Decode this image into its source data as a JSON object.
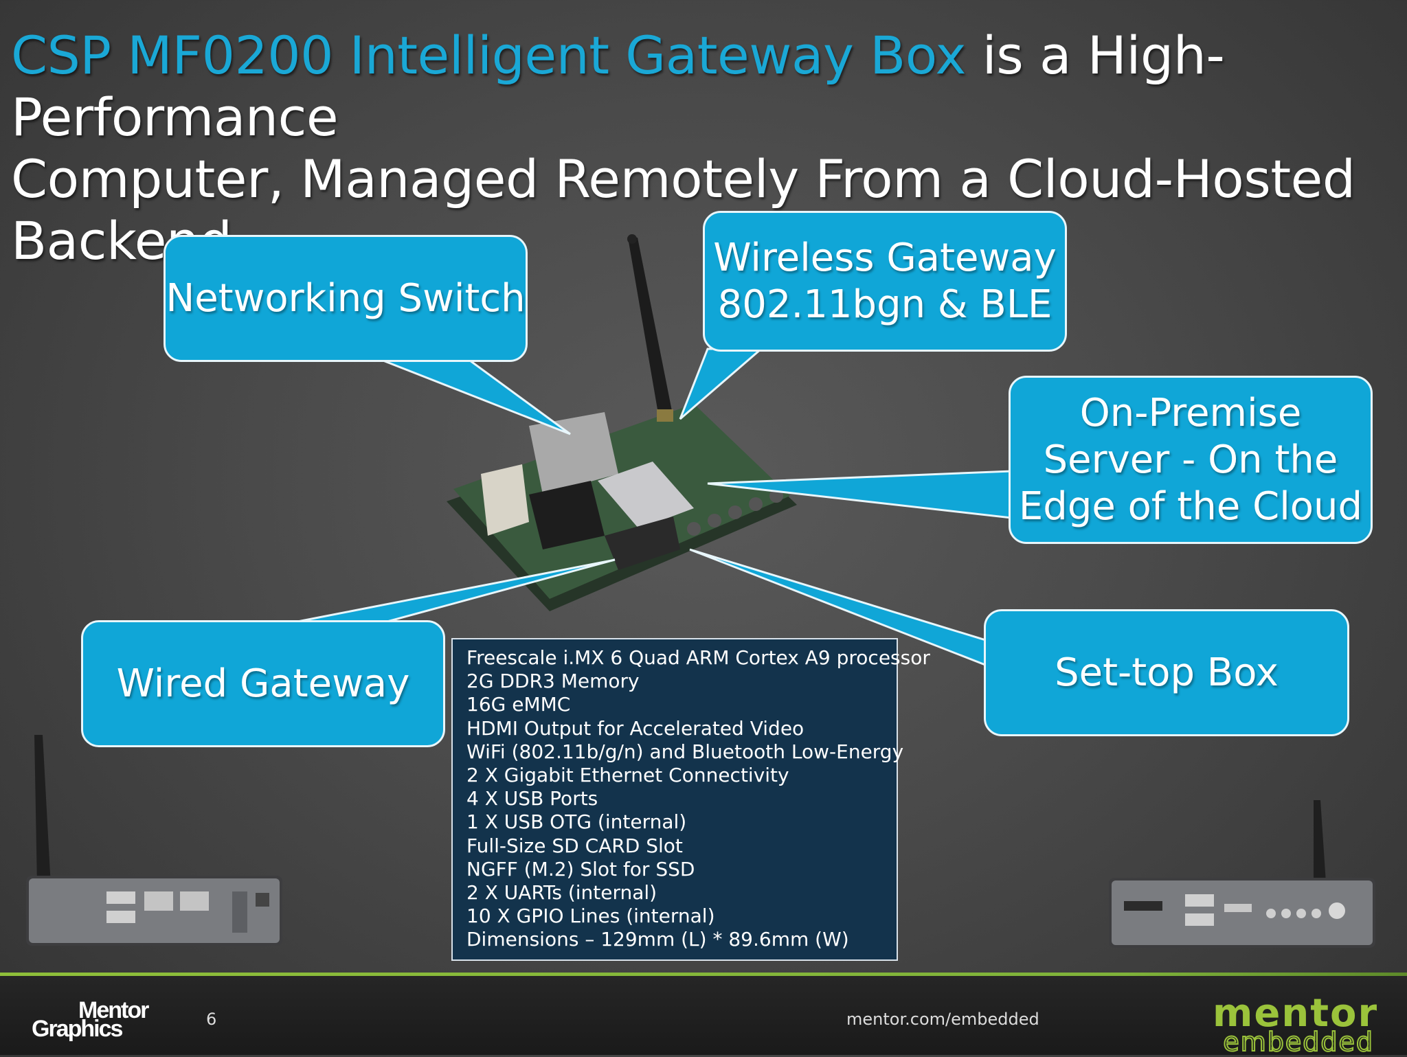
{
  "title": {
    "highlight": "CSP MF0200 Intelligent Gateway Box",
    "line1_rest": " is a High-Performance",
    "line2": "Computer, Managed Remotely From a Cloud-Hosted Backend"
  },
  "callouts": {
    "networking_switch": "Networking Switch",
    "wireless_gateway_line1": "Wireless Gateway",
    "wireless_gateway_line2": "802.11bgn & BLE",
    "on_premise_line1": "On-Premise",
    "on_premise_line2": "Server - On the",
    "on_premise_line3": "Edge of the Cloud",
    "wired_gateway": "Wired Gateway",
    "set_top_box": "Set-top Box"
  },
  "specs": [
    "Freescale i.MX 6 Quad ARM Cortex A9 processor",
    "2G DDR3 Memory",
    "16G eMMC",
    "HDMI Output for Accelerated Video",
    "WiFi (802.11b/g/n) and Bluetooth Low-Energy",
    "2 X Gigabit Ethernet Connectivity",
    "4 X USB Ports",
    "1 X USB OTG (internal)",
    "Full-Size SD CARD Slot",
    "NGFF (M.2) Slot for SSD",
    "2 X UARTs (internal)",
    "10 X GPIO Lines (internal)",
    "Dimensions – 129mm (L) * 89.6mm (W)"
  ],
  "footer": {
    "logo_left_line1": "Mentor",
    "logo_left_line2": "Graphics",
    "page_number": "6",
    "url": "mentor.com/embedded",
    "logo_right_line1": "mentor",
    "logo_right_line2": "embedded"
  },
  "colors": {
    "title_highlight": "#1aa8d6",
    "callout_fill": "#10a6d7",
    "spec_box_fill": "#13334c",
    "footer_accent": "#8fbf3a"
  }
}
